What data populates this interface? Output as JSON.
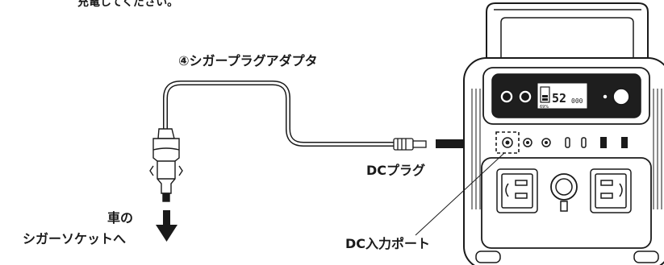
{
  "labels": {
    "top_fragment": "充電してください。",
    "adapter": "④シガープラグアダプタ",
    "dc_plug": "DCプラグ",
    "dc_port": "DC入力ポート",
    "car_line1": "車の",
    "car_line2": "シガーソケットへ"
  },
  "display": {
    "digits_main": "52",
    "digits_small": "000",
    "percent": "69%"
  },
  "colors": {
    "ink": "#1a1a1a",
    "body": "#ffffff",
    "panel": "#1e1e1e"
  }
}
